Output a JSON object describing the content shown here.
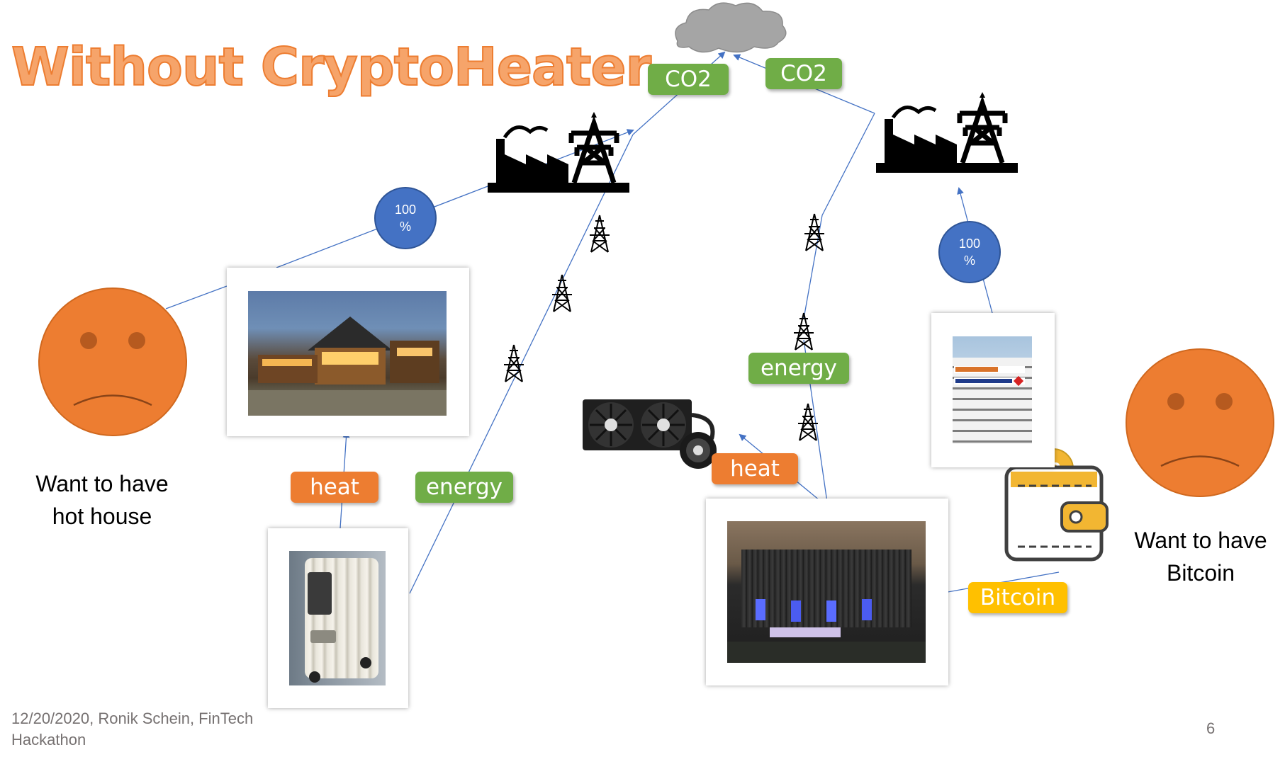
{
  "slide": {
    "title": "Without CryptoHeater",
    "footer": "12/20/2020, Ronik Schein, FinTech Hackathon",
    "page_number": "6"
  },
  "tags": {
    "co2_left": "CO2",
    "co2_right": "CO2",
    "heat_left": "heat",
    "energy_left": "energy",
    "energy_right": "energy",
    "heat_right": "heat",
    "bitcoin": "Bitcoin"
  },
  "percent_circles": {
    "left": "100 %",
    "right": "100 %"
  },
  "captions": {
    "left": "Want to have hot house",
    "right": "Want to have Bitcoin"
  },
  "icons": {
    "cloud": "cloud-icon",
    "power_plant": "power-plant-icon",
    "pylon": "pylon-icon",
    "sad_face": "sad-face-icon",
    "wallet": "bitcoin-wallet-icon",
    "cooler": "cpu-liquid-cooler-icon"
  },
  "colors": {
    "title": "#ed7d31",
    "green_tag": "#70ad47",
    "orange_tag": "#ed7d31",
    "yellow_tag": "#ffc000",
    "circle": "#4472c4",
    "face": "#ed7d31",
    "arrow": "#4472c4"
  }
}
